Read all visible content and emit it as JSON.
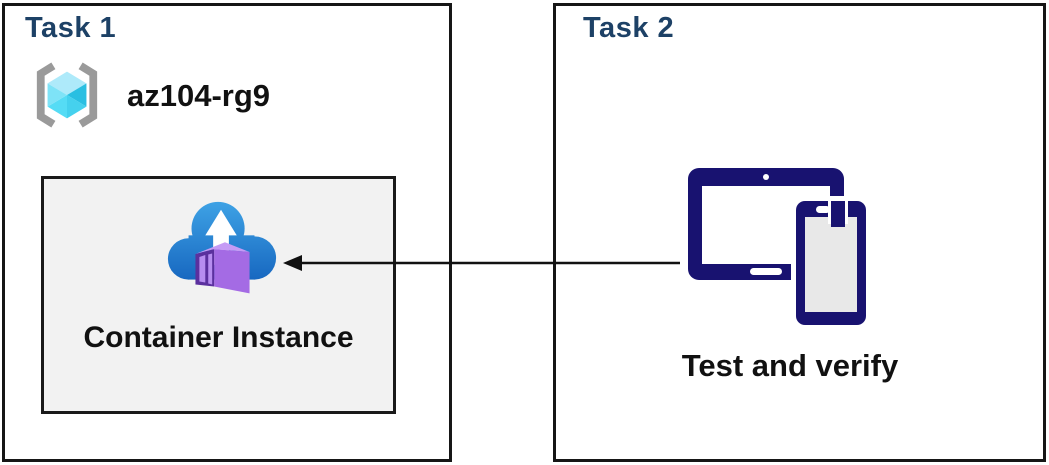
{
  "task1": {
    "title": "Task 1",
    "resource_group": {
      "name": "az104-rg9"
    },
    "container_instance": {
      "label": "Container Instance"
    }
  },
  "task2": {
    "title": "Task 2",
    "devices": {
      "label": "Test and verify"
    }
  },
  "connector": {
    "type": "arrow",
    "from": "devices",
    "to": "container-instance"
  },
  "colors": {
    "title-navy": "#1d4166",
    "text-black": "#111111",
    "box-gray": "#f2f2f2",
    "device-navy": "#181270",
    "phone-screen-gray": "#e8e8e8",
    "cloud-blue-top": "#3ea2e5",
    "cloud-blue-bottom": "#1767c0",
    "container-purple-frame": "#5b309e",
    "container-purple-side": "#a46be4",
    "container-purple-top": "#c59bf5",
    "container-purple-slat": "#b78df0",
    "rg-bracket-gray": "#9a9a9a",
    "cube-cyan-top": "#aeeafa",
    "cube-cyan-right": "#29bfe2",
    "cube-cyan-bottom-right": "#45d1ee",
    "cube-cyan-bottom-left": "#55dcf5",
    "cube-cyan-upper-left": "#7ee3f7"
  }
}
